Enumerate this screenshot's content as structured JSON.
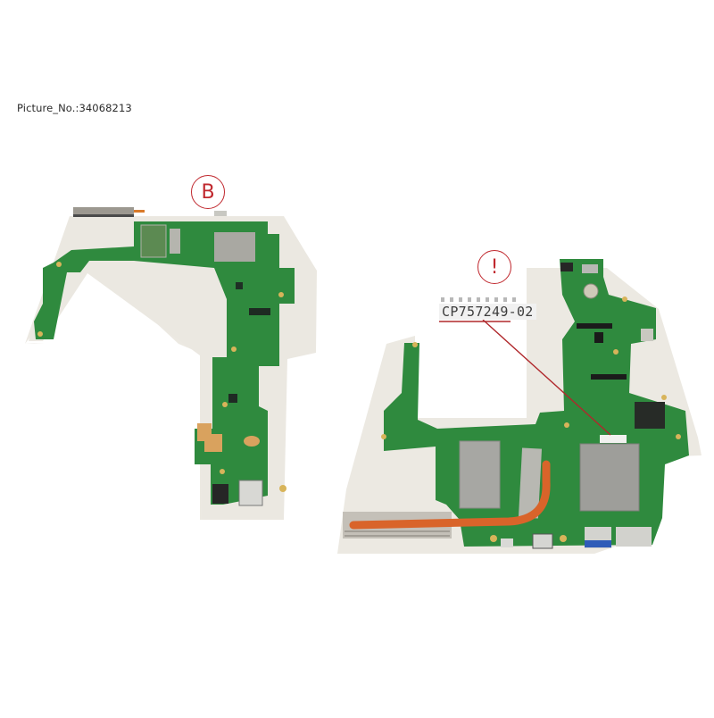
{
  "caption": "Picture_No.:34068213",
  "callouts": {
    "left_board": "B",
    "right_board": "!"
  },
  "part_label": "CP757249-02",
  "colors": {
    "callout_red": "#c0282e",
    "pcb_green": "#2f8a3e",
    "backdrop": "#ece9e2",
    "heatpipe": "#d9642a",
    "shield": "#a7a7a3"
  }
}
